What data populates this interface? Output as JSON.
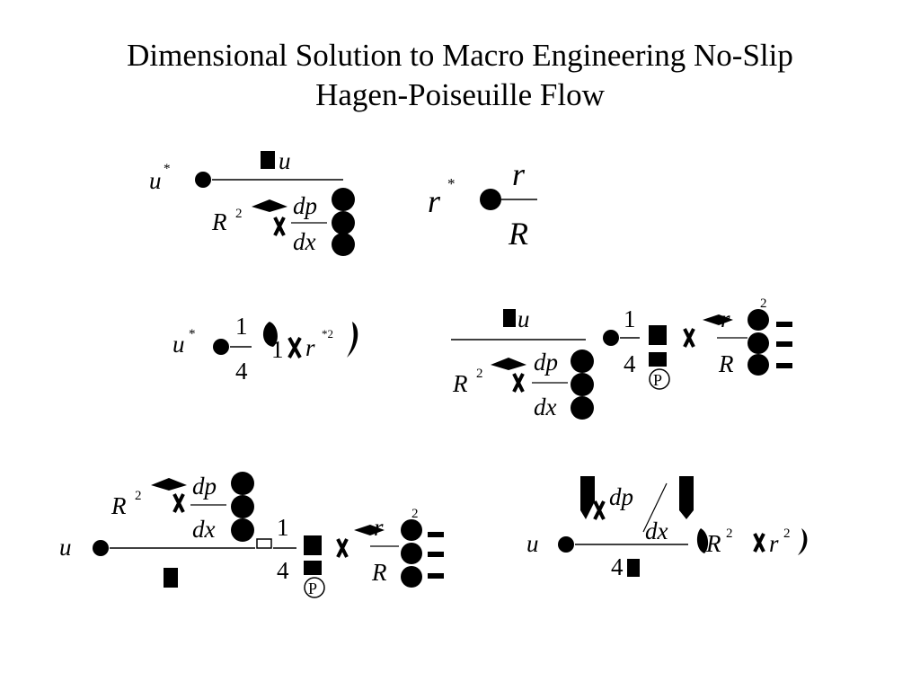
{
  "slide": {
    "title_line1": "Dimensional Solution to Macro Engineering No-Slip",
    "title_line2": "Hagen-Poiseuille Flow"
  },
  "equations": {
    "u_star_def": {
      "lhs": "u",
      "lhs_sup": "*",
      "num": "u",
      "den_r": "R",
      "den_r_exp": "2",
      "dp": "dp",
      "dx": "dx"
    },
    "r_star_def": {
      "lhs": "r",
      "lhs_sup": "*",
      "num": "r",
      "den": "R"
    },
    "u_star_solution": {
      "lhs": "u",
      "lhs_sup": "*",
      "one": "1",
      "four": "4",
      "rest": "1",
      "r": "r",
      "r_sup": "*2"
    },
    "substituted": {
      "num": "u",
      "den_r": "R",
      "den_r_exp": "2",
      "dp": "dp",
      "dx": "dx",
      "one": "1",
      "four": "4",
      "P": "P",
      "r": "r",
      "r_exp": "2",
      "R": "R"
    },
    "u_expanded": {
      "lhs": "u",
      "R": "R",
      "R_exp": "2",
      "dp": "dp",
      "dx": "dx",
      "one": "1",
      "four": "4",
      "P": "P",
      "r": "r",
      "r_exp": "2",
      "Rden": "R"
    },
    "u_final": {
      "lhs": "u",
      "dp": "dp",
      "dx": "dx",
      "four": "4",
      "R": "R",
      "R_exp": "2",
      "r": "r",
      "r_exp": "2"
    }
  }
}
